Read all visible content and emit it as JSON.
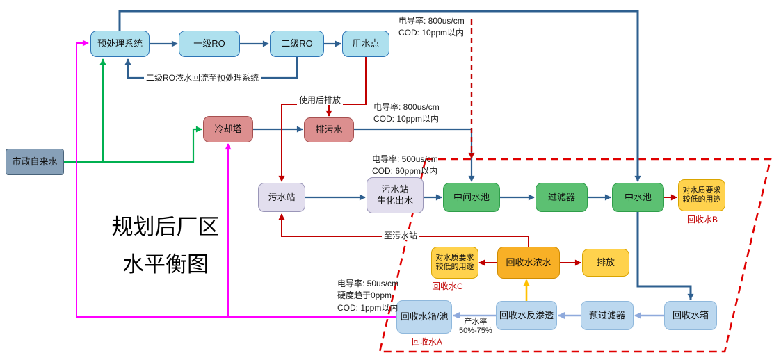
{
  "title": "规划后厂区\n水平衡图",
  "nodes": {
    "pretreatment": "预处理系统",
    "ro1": "一级RO",
    "ro2": "二级RO",
    "water_use_point": "用水点",
    "municipal_water": "市政自来水",
    "cooling_tower": "冷却塔",
    "blowdown_water": "排污水",
    "sewage_station": "污水站",
    "sewage_bio_effluent": "污水站\n生化出水",
    "intermediate_pool": "中间水池",
    "filter": "过滤器",
    "reclaimed_pool": "中水池",
    "low_quality_use_b": "对水质要求\n较低的用途",
    "recycle_concentrate": "回收水浓水",
    "discharge": "排放",
    "low_quality_use_c": "对水质要求\n较低的用途",
    "recycle_tank_pool": "回收水箱/池",
    "recycle_ro": "回收水反渗透",
    "prefilter": "预过滤器",
    "recycle_tank": "回收水箱"
  },
  "annotations": {
    "top_quality": "电导率: 800us/cm\nCOD: 10ppm以内",
    "ro2_return": "二级RO浓水回流至预处理系统",
    "discharge_after_use": "使用后排放",
    "blowdown_quality": "电导率: 800us/cm\nCOD: 10ppm以内",
    "bio_quality": "电导率: 500us/cm\nCOD: 60ppm以内",
    "to_sewage_station": "至污水站",
    "recycle_a_quality": "电导率: 50us/cm\n硬度趋于0ppm\nCOD: 1ppm以内",
    "yield_rate": "产水率\n50%-75%",
    "recycle_b": "回收水B",
    "recycle_c": "回收水C",
    "recycle_a": "回收水A"
  },
  "colors": {
    "box-cyan": "#aee0ee",
    "box-slate": "#87a0b8",
    "box-pink": "#dc8f8f",
    "box-lavender": "#e2deee",
    "box-green": "#5cc072",
    "box-yellow": "#ffd24d",
    "box-orange": "#f8b026",
    "box-lightblue": "#bcd8ef",
    "arrow-blue": "#2e5f8f",
    "arrow-green": "#00b050",
    "arrow-red": "#c00000",
    "arrow-magenta": "#ff00ff",
    "arrow-steel": "#8faadc",
    "arrow-orange": "#ffc000",
    "dashed-red": "#e00000",
    "label-red": "#c00000"
  }
}
